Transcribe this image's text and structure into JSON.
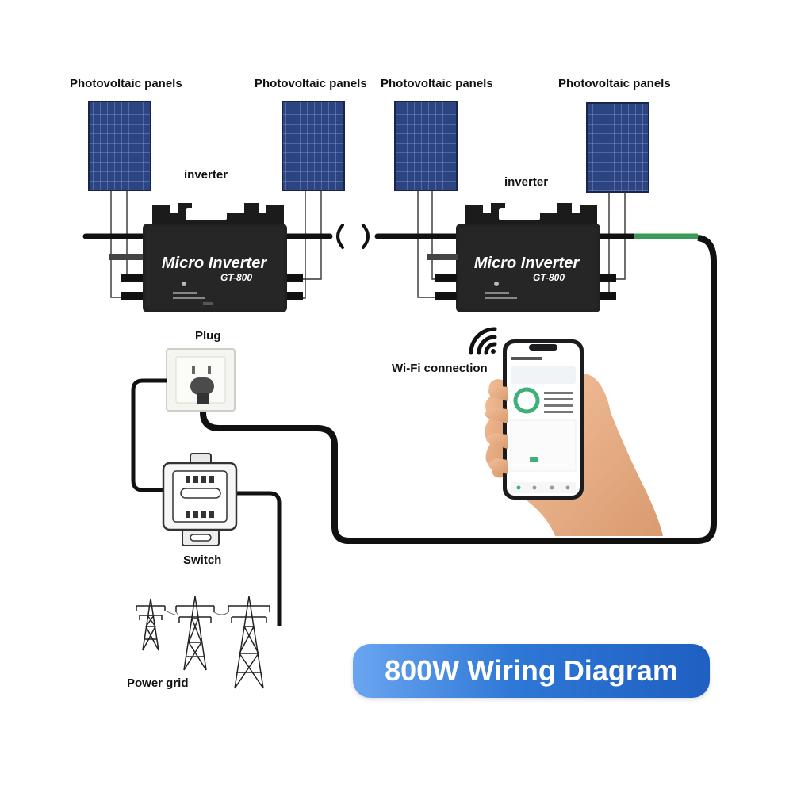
{
  "labels": {
    "pv1": "Photovoltaic panels",
    "pv2": "Photovoltaic panels",
    "pv3": "Photovoltaic panels",
    "pv4": "Photovoltaic panels",
    "inverter1": "inverter",
    "inverter2": "inverter",
    "plug": "Plug",
    "wifi": "Wi-Fi connection",
    "switch": "Switch",
    "power_grid": "Power grid"
  },
  "inverter": {
    "brand": "Micro Inverter",
    "model": "GT-800"
  },
  "banner": "800W Wiring Diagram",
  "colors": {
    "panel": "#2b3f78",
    "cable": "#111111",
    "green_cable": "#3a9a5a",
    "banner": "#2e78d6"
  }
}
